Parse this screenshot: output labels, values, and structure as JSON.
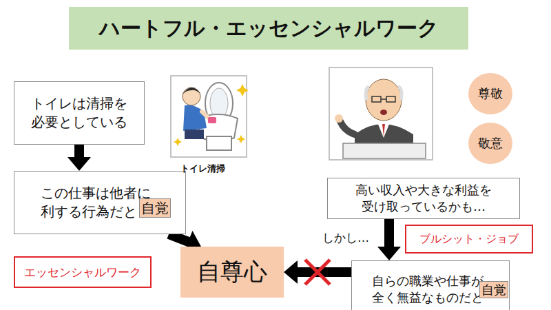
{
  "diagram": {
    "title": "ハートフル・エッセンシャルワーク",
    "nodes": [
      {
        "text": [
          "トイレは清掃を 必要としている"
        ]
      },
      {
        "text": [
          "この仕事は他者に 利する行為だと"
        ]
      },
      {
        "text": [
          "自覚"
        ],
        "in": 1
      },
      {
        "text": [
          "尊敬"
        ]
      },
      {
        "text": [
          "敬意"
        ]
      },
      {
        "text": [
          "高い収入や大きな利益を 受け取っているかも…"
        ]
      },
      {
        "text": [
          "ブルシット・ジョブ"
        ]
      },
      {
        "text": [
          "自らの職業や仕事が 全く無益なものだと"
        ]
      },
      {
        "text": [
          "自覚"
        ],
        "in": 7
      },
      {
        "text": [
          "エッセンシャルワーク"
        ]
      },
      {
        "text": [
          "自尊心"
        ]
      }
    ],
    "edges": [
      {
        "from": 0,
        "to": 1,
        "arrow": "to"
      },
      {
        "from": 1,
        "to": 10,
        "arrow": "to"
      },
      {
        "from": 5,
        "to": 7,
        "arrow": "to"
      },
      {
        "from": 7,
        "to": 10,
        "arrow": "to"
      }
    ],
    "labels": [
      "トイレ清掃",
      "しかし…"
    ]
  }
}
